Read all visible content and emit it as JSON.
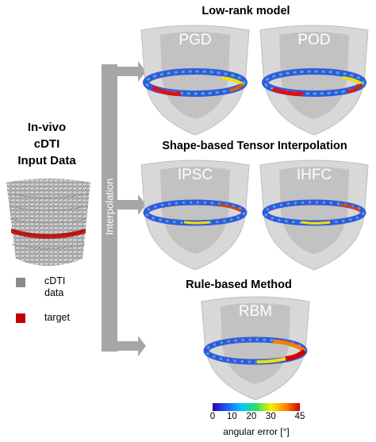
{
  "input": {
    "title_lines": [
      "In-vivo",
      "cDTI",
      "Input Data"
    ],
    "legend": [
      {
        "lines": [
          "cDTI",
          "data"
        ],
        "color": "#8a8a8a",
        "icon": "gray-square"
      },
      {
        "lines": [
          "target"
        ],
        "color": "#c00000",
        "icon": "red-square"
      }
    ]
  },
  "arrow": {
    "label": "Interpolation",
    "color": "#a6a6a6"
  },
  "groups": [
    {
      "heading": "Low-rank model",
      "methods": [
        "PGD",
        "POD"
      ]
    },
    {
      "heading": "Shape-based Tensor Interpolation",
      "methods": [
        "IPSC",
        "IHFC"
      ]
    },
    {
      "heading": "Rule-based Method",
      "methods": [
        "RBM"
      ]
    }
  ],
  "colorbar": {
    "ticks": [
      "0",
      "10",
      "20",
      "30",
      "45"
    ],
    "tick_values": [
      0,
      10,
      20,
      30,
      45
    ],
    "range": [
      0,
      45
    ],
    "label": "angular error [°]",
    "colors": [
      "#2b00a8",
      "#1e5cff",
      "#00c8ff",
      "#28e060",
      "#f5f000",
      "#ff8a00",
      "#d00000"
    ]
  }
}
